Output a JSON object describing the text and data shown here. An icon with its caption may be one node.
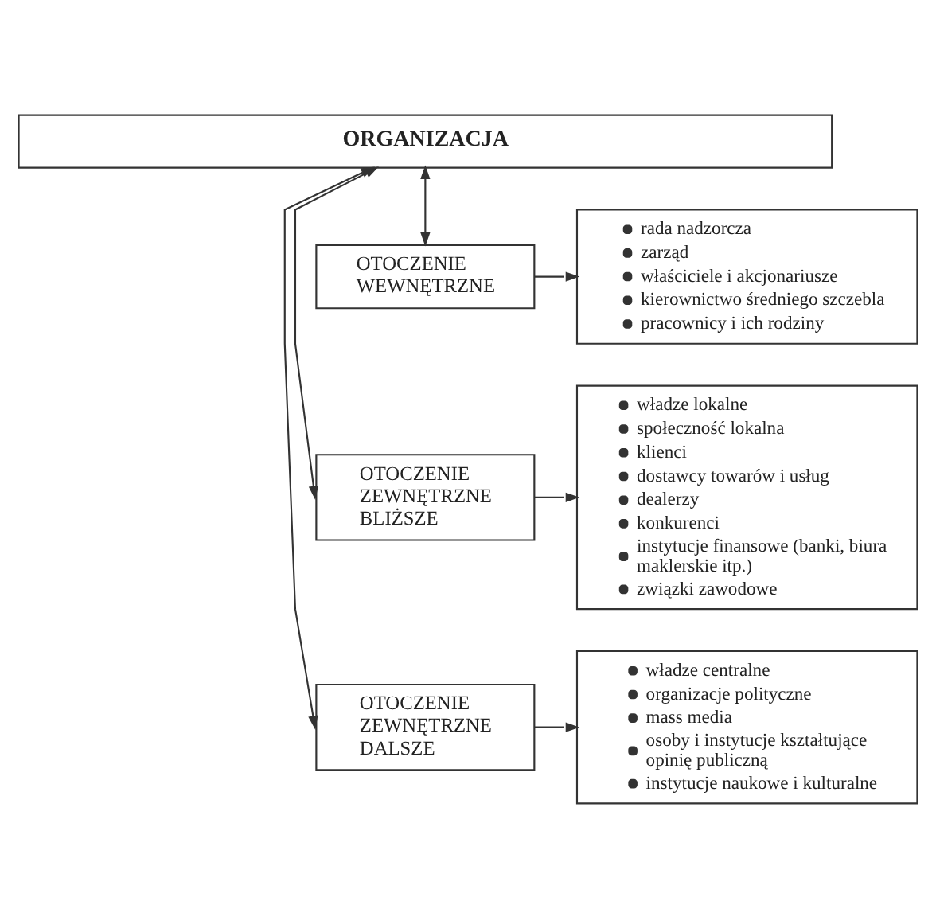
{
  "diagram": {
    "nodes": [
      {
        "text": [
          "ORGANIZACJA"
        ]
      },
      {
        "text": [
          "OTOCZENIE WEWNĘTRZNE"
        ]
      },
      {
        "text": [
          "rada nadzorcza",
          "zarząd",
          "właściciele i akcjonariusze",
          "kierownictwo średniego szczebla",
          "pracownicy i ich rodziny"
        ]
      },
      {
        "text": [
          "OTOCZENIE ZEWNĘTRZNE BLIŻSZE"
        ]
      },
      {
        "text": [
          "władze lokalne",
          "społeczność lokalna",
          "klienci",
          "dostawcy towarów i usług",
          "dealerzy",
          "konkurenci",
          "instytucje finansowe (banki, biura maklerskie itp.)",
          "związki zawodowe"
        ]
      },
      {
        "text": [
          "OTOCZENIE ZEWNĘTRZNE DALSZE"
        ]
      },
      {
        "text": [
          "władze centralne",
          "organizacje polityczne",
          "mass media",
          "osoby i instytucje kształtujące opinię publiczną",
          "instytucje naukowe i kulturalne"
        ]
      }
    ],
    "edges": [
      {
        "from": 0,
        "to": 5,
        "arrow": "both"
      },
      {
        "from": 0,
        "to": 3,
        "arrow": "both"
      },
      {
        "from": 0,
        "to": 1,
        "arrow": "both"
      },
      {
        "from": 1,
        "to": 2,
        "arrow": "to"
      },
      {
        "from": 3,
        "to": 4,
        "arrow": "to"
      },
      {
        "from": 5,
        "to": 6,
        "arrow": "to"
      }
    ]
  }
}
